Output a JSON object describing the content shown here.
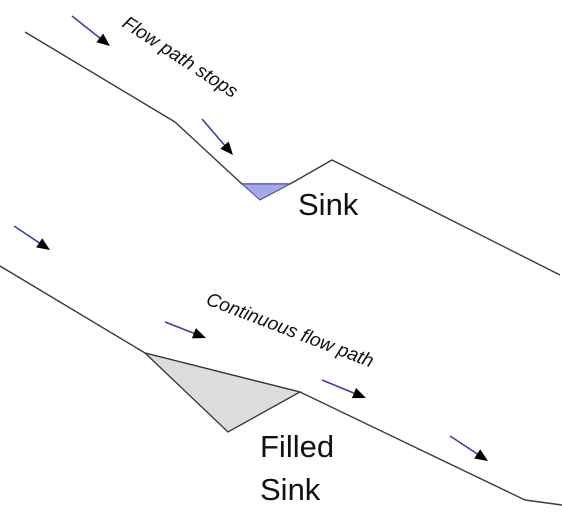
{
  "labels": {
    "flow_stops": "Flow path stops",
    "sink": "Sink",
    "continuous": "Continuous flow path",
    "filled_line1": "Filled",
    "filled_line2": "Sink"
  },
  "colors": {
    "terrain_line": "#3a3a3a",
    "small_sink_fill": "#a3a8ea",
    "filled_sink_fill": "#dcdcdc",
    "arrow_blue": "#3b3fb5",
    "arrow_black": "#000000"
  },
  "icons": {
    "flow_arrow": "flow-direction-arrow-icon"
  }
}
